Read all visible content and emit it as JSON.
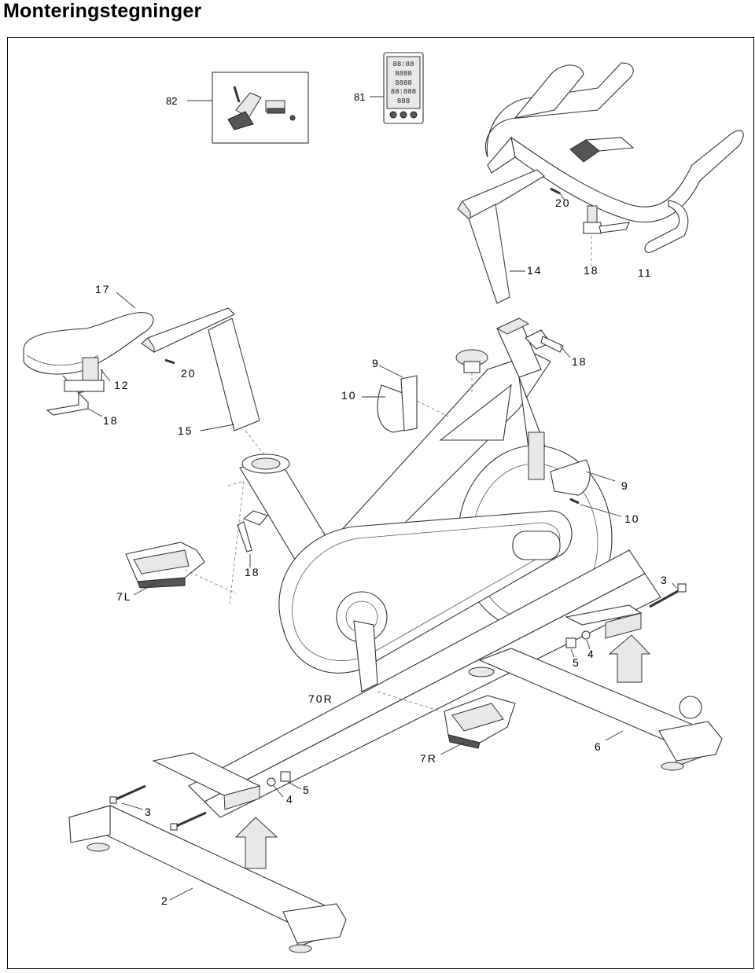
{
  "title": "Monteringstegninger",
  "labels": {
    "p82": "82",
    "p81": "81",
    "p20a": "20",
    "p14": "14",
    "p18a": "18",
    "p11": "11",
    "p17": "17",
    "p12": "12",
    "p20b": "20",
    "p9a": "9",
    "p18b": "18",
    "p10a": "10",
    "p18c": "18",
    "p15": "15",
    "p9b": "9",
    "p10b": "10",
    "p18d": "18",
    "p7L": "7L",
    "p3a": "3",
    "p4a": "4",
    "p5a": "5",
    "p70R": "70R",
    "p6": "6",
    "p7R": "7R",
    "p5b": "5",
    "p4b": "4",
    "p3b": "3",
    "p2": "2"
  },
  "console_display": {
    "row1": "88:88",
    "row2": "8888",
    "row3": "8888",
    "row4": "88:888",
    "row5": "888"
  }
}
